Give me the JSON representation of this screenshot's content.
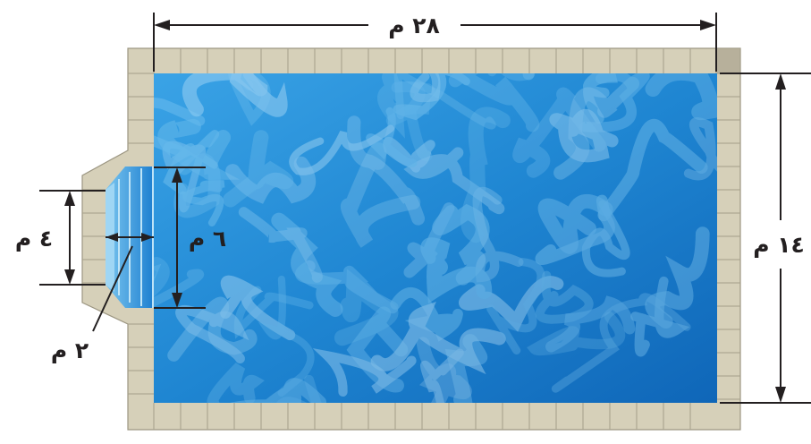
{
  "labels": {
    "length": "٢٨ م",
    "width": "١٤ م",
    "step_opening": "٦ م",
    "step_back": "٤ م",
    "step_depth": "٢ م"
  },
  "colors": {
    "water_light": "#5fb8ec",
    "water_mid": "#2a8fd6",
    "water_dark": "#0d5fb0",
    "coping": "#d6d0b9",
    "coping_edge": "#9c9682",
    "ink": "#231f20"
  }
}
